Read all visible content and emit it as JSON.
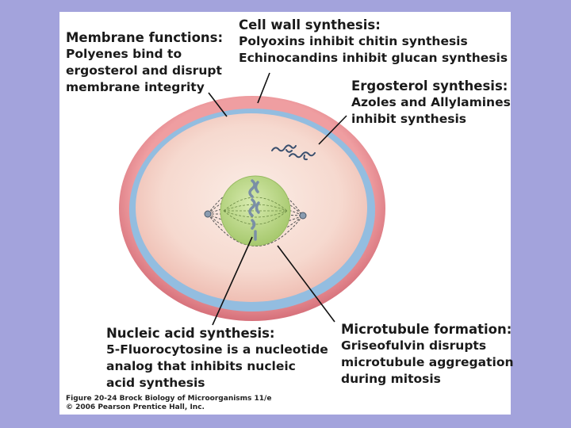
{
  "labels": {
    "membrane": {
      "heading": "Membrane functions:",
      "lines": [
        "Polyenes bind to",
        "ergosterol and disrupt",
        "membrane integrity"
      ]
    },
    "cell_wall": {
      "heading": "Cell wall synthesis:",
      "lines": [
        "Polyoxins inhibit chitin synthesis",
        "Echinocandins inhibit glucan synthesis"
      ]
    },
    "ergosterol": {
      "heading": "Ergosterol synthesis:",
      "lines": [
        "Azoles and Allylamines",
        "inhibit synthesis"
      ]
    },
    "nucleic": {
      "heading": "Nucleic acid synthesis:",
      "lines": [
        "5-Fluorocytosine is a nucleotide",
        "analog that inhibits nucleic",
        "acid synthesis"
      ]
    },
    "microtubule": {
      "heading": "Microtubule formation:",
      "lines": [
        "Griseofulvin disrupts",
        "microtubule aggregation",
        "during mitosis"
      ]
    }
  },
  "credit": {
    "figure": "Figure 20-24  Brock Biology of Microorganisms 11/e",
    "copyright": "© 2006 Pearson Prentice Hall, Inc."
  },
  "colors": {
    "background": "#a3a3dc",
    "wall": "#e48a8f",
    "membrane": "#8bb4db",
    "cytoplasm": "#f5dcd3",
    "nucleus": "#bcd88a"
  }
}
